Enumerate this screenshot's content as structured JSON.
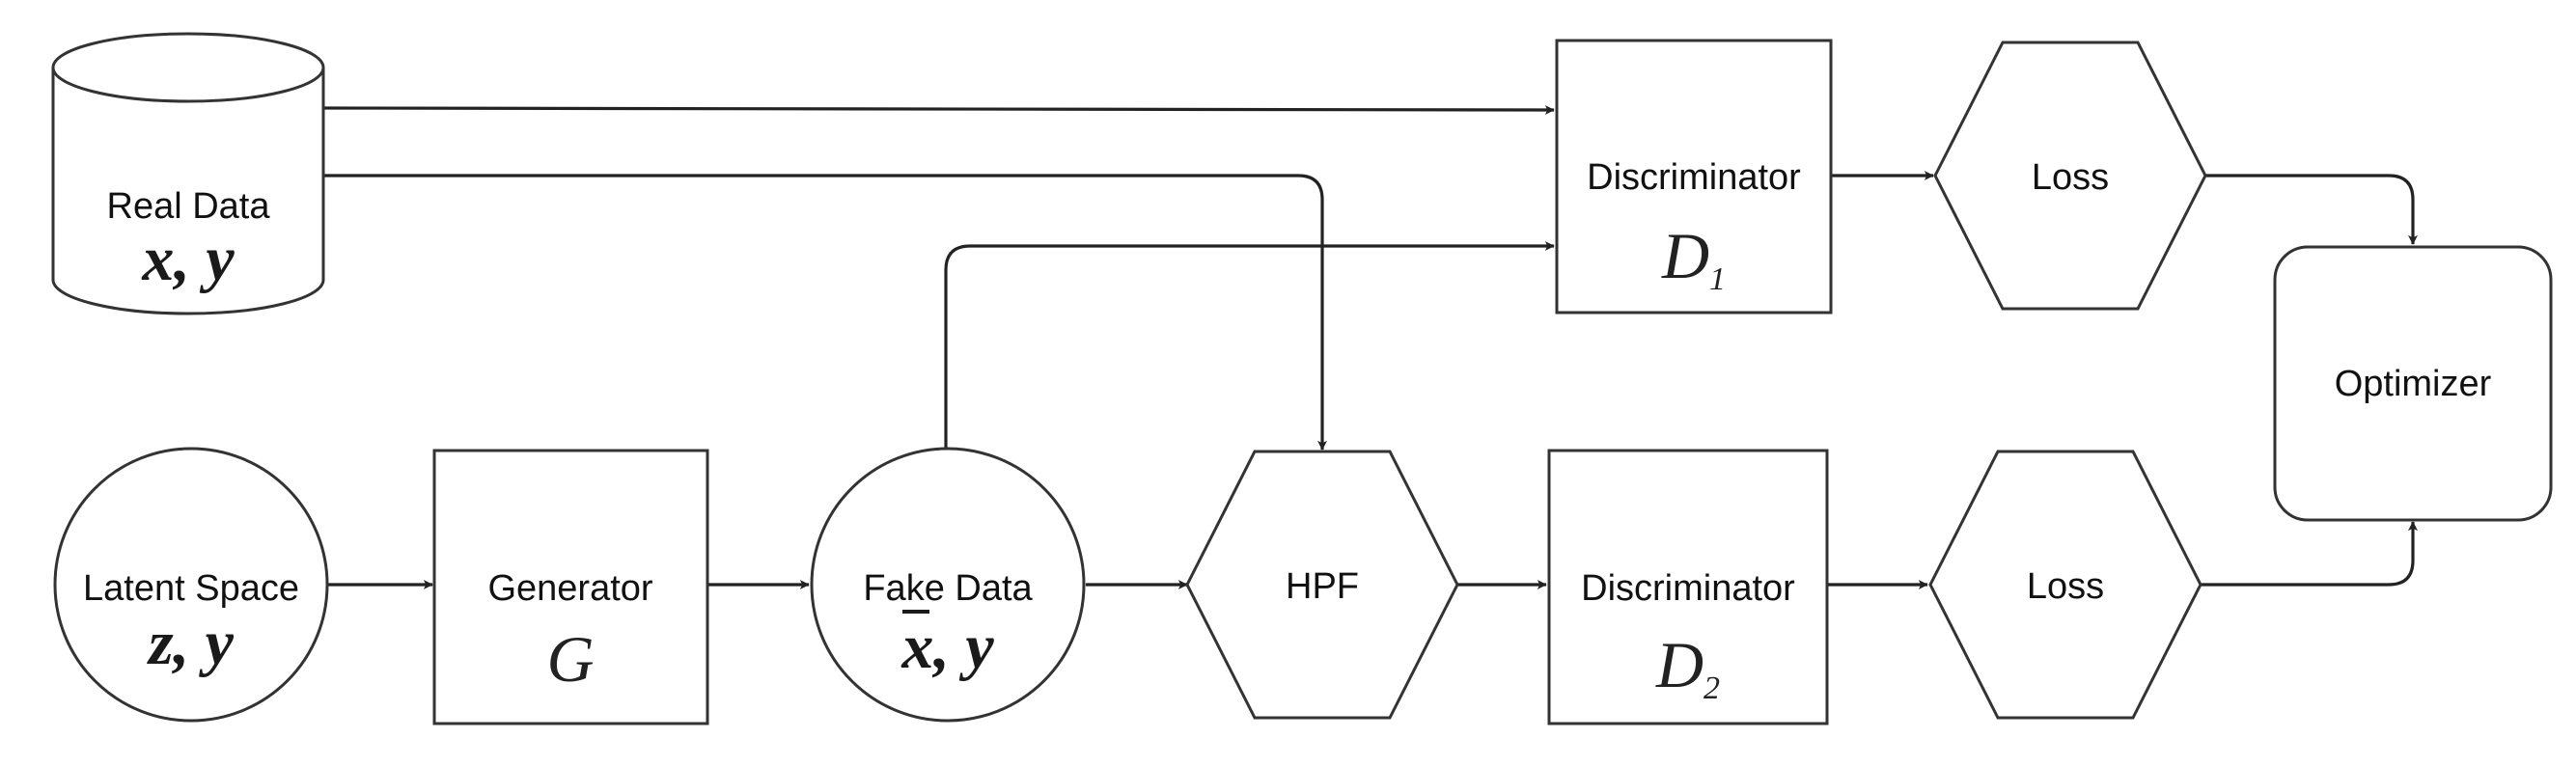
{
  "nodes": {
    "real_data": {
      "label": "Real Data",
      "math": "x, y"
    },
    "latent_space": {
      "label": "Latent Space",
      "math": "z, y"
    },
    "generator": {
      "label": "Generator",
      "math": "G"
    },
    "fake_data": {
      "label": "Fake Data",
      "math_var": "x",
      "math_rest": ", y"
    },
    "hpf": {
      "label": "HPF"
    },
    "discriminator_1": {
      "label": "Discriminator",
      "math": "D",
      "subscript": "1"
    },
    "discriminator_2": {
      "label": "Discriminator",
      "math": "D",
      "subscript": "2"
    },
    "loss_1": {
      "label": "Loss"
    },
    "loss_2": {
      "label": "Loss"
    },
    "optimizer": {
      "label": "Optimizer"
    }
  },
  "edges": [
    {
      "from": "real_data",
      "to": "discriminator_1"
    },
    {
      "from": "real_data",
      "to": "hpf"
    },
    {
      "from": "fake_data",
      "to": "discriminator_1"
    },
    {
      "from": "latent_space",
      "to": "generator"
    },
    {
      "from": "generator",
      "to": "fake_data"
    },
    {
      "from": "fake_data",
      "to": "hpf"
    },
    {
      "from": "hpf",
      "to": "discriminator_2"
    },
    {
      "from": "discriminator_1",
      "to": "loss_1"
    },
    {
      "from": "discriminator_2",
      "to": "loss_2"
    },
    {
      "from": "loss_1",
      "to": "optimizer"
    },
    {
      "from": "loss_2",
      "to": "optimizer"
    }
  ],
  "colors": {
    "stroke": "#333333",
    "fill": "#ffffff",
    "text": "#111111"
  }
}
